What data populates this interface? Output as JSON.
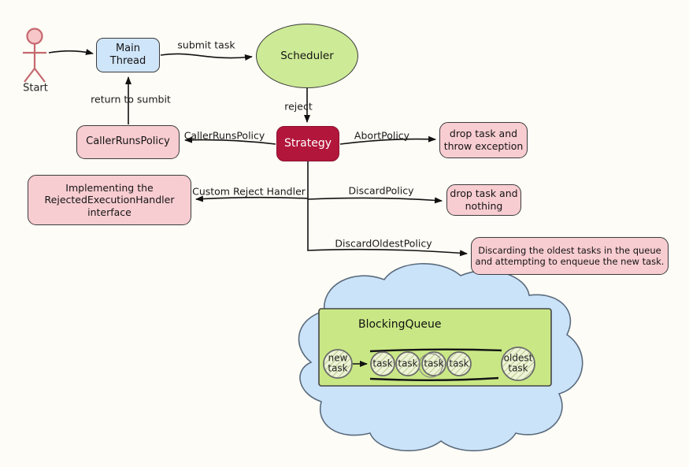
{
  "diagram": {
    "background_color": "#fdfcf6",
    "actor": {
      "label": "Start"
    },
    "nodes": {
      "main_thread": {
        "label": "Main Thread",
        "fill": "#cfe5f9"
      },
      "scheduler": {
        "label": "Scheduler",
        "fill": "#cdea96"
      },
      "strategy": {
        "label": "Strategy",
        "fill": "#b2163b",
        "text_color": "#ffffff"
      },
      "caller_runs_policy": {
        "label": "CallerRunsPolicy",
        "fill": "#f8cdd1"
      },
      "abort_result": {
        "label": "drop task and throw exception",
        "fill": "#f8cdd1"
      },
      "custom_handler": {
        "label": "Implementing the RejectedExecutionHandler interface",
        "fill": "#f8cdd1"
      },
      "discard_result": {
        "label": "drop task and nothing",
        "fill": "#f8cdd1"
      },
      "discard_oldest_result": {
        "label": "Discarding the oldest tasks in the queue and attempting to enqueue the new task.",
        "fill": "#f8cdd1"
      }
    },
    "edge_labels": {
      "submit_task": "submit task",
      "return_to_submit": "return to sumbit",
      "reject": "reject",
      "caller_runs_policy": "CallerRunsPolicy",
      "abort_policy": "AbortPolicy",
      "custom_reject_handler": "Custom Reject Handler",
      "discard_policy": "DiscardPolicy",
      "discard_oldest_policy": "DiscardOldestPolicy"
    },
    "queue": {
      "cloud_fill": "#cbe3f9",
      "box_label": "BlockingQueue",
      "box_fill": "#c9e885",
      "new_task_label": "new task",
      "tasks": [
        "task",
        "task",
        "task",
        "task"
      ],
      "oldest_task_label": "oldest task"
    }
  }
}
